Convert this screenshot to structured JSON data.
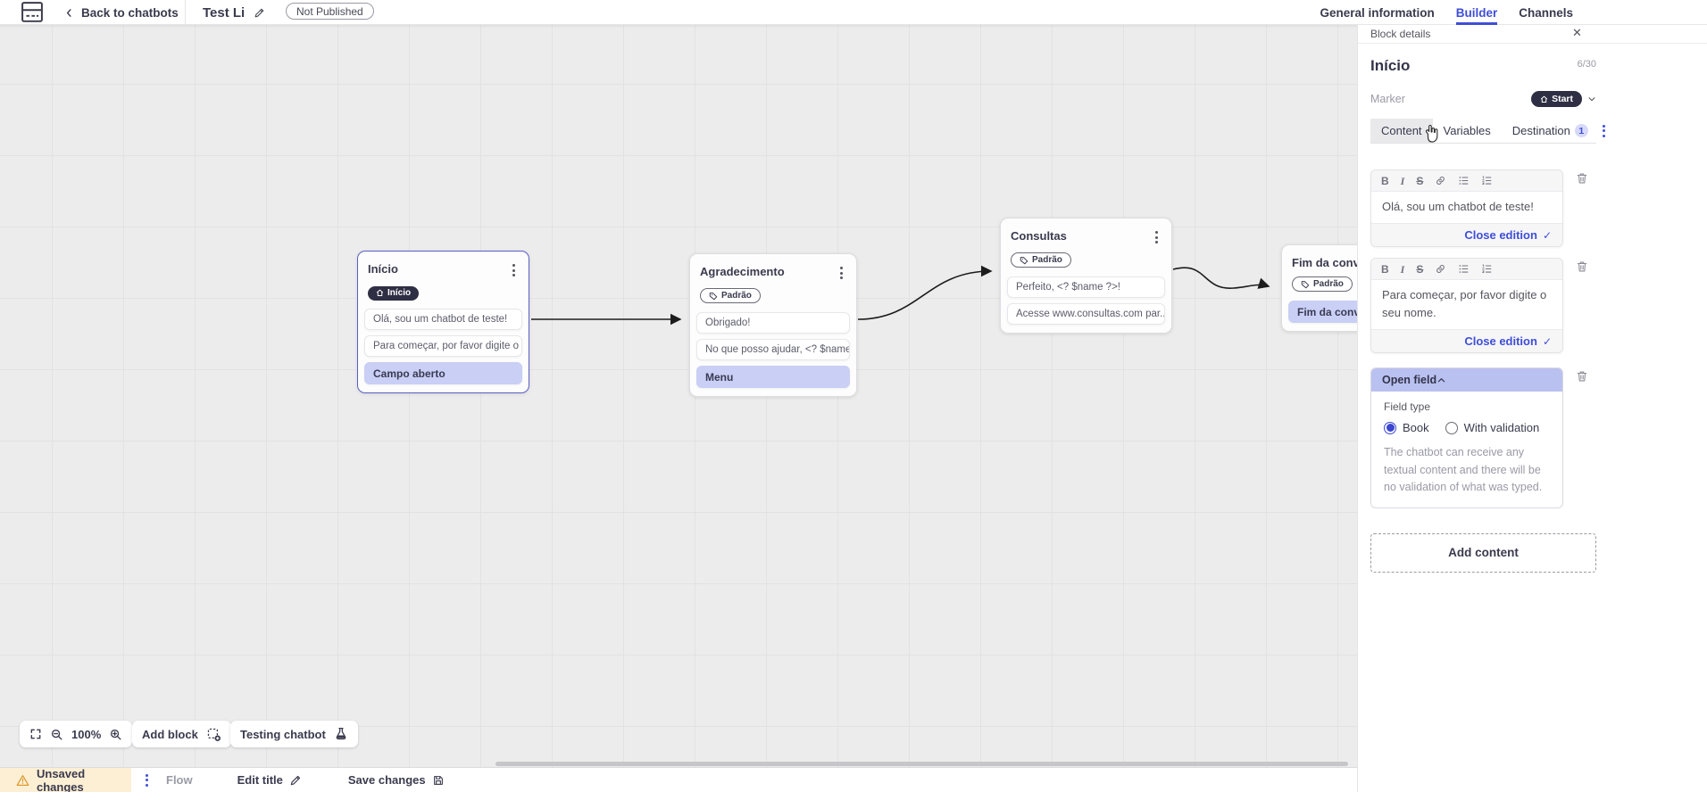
{
  "topbar": {
    "back_label": "Back to chatbots",
    "title": "Test Li",
    "status_badge": "Not Published",
    "tabs": [
      {
        "label": "General information"
      },
      {
        "label": "Builder"
      },
      {
        "label": "Channels"
      }
    ]
  },
  "canvas": {
    "blocks": [
      {
        "title": "Início",
        "marker": "Início",
        "rows": [
          {
            "text": "Olá, sou um chatbot de teste!"
          },
          {
            "text": "Para começar, por favor digite o ..."
          },
          {
            "text": "Campo aberto"
          }
        ]
      },
      {
        "title": "Agradecimento",
        "marker": "Padrão",
        "rows": [
          {
            "text": "Obrigado!"
          },
          {
            "text": "No que posso ajudar, <? $name ..."
          },
          {
            "text": "Menu"
          }
        ]
      },
      {
        "title": "Consultas",
        "marker": "Padrão",
        "rows": [
          {
            "text": "Perfeito, <? $name ?>!"
          },
          {
            "text": "Acesse www.consultas.com par..."
          }
        ]
      },
      {
        "title": "Fim da conversa",
        "marker": "Padrão",
        "rows": [
          {
            "text": "Fim da conversa"
          }
        ]
      }
    ],
    "toolbar": {
      "zoom_level": "100%",
      "add_block": "Add block",
      "testing_chatbot": "Testing chatbot"
    }
  },
  "panel": {
    "header": "Block details",
    "block_name": "Início",
    "name_counter": "6/30",
    "marker_label": "Marker",
    "marker_value": "Start",
    "tabs": {
      "content": "Content",
      "variables": "Variables",
      "destination": "Destination",
      "destination_badge": "1"
    },
    "editors": [
      {
        "text": "Olá, sou um chatbot de teste!",
        "close_label": "Close edition"
      },
      {
        "text": "Para começar, por favor digite o seu nome.",
        "close_label": "Close edition"
      }
    ],
    "open_field": {
      "title": "Open field",
      "field_type_label": "Field type",
      "options": [
        {
          "label": "Book"
        },
        {
          "label": "With validation"
        }
      ],
      "selected_option": "Book",
      "description": "The chatbot can receive any textual content and there will be no validation of what was typed."
    },
    "add_content": "Add content"
  },
  "statusbar": {
    "unsaved": "Unsaved changes",
    "flow": "Flow",
    "edit_title": "Edit title",
    "save": "Save changes"
  },
  "colors": {
    "accent": "#3f4ed8",
    "marker_pill": "#2e2e44",
    "row_highlight": "#c9cff5",
    "open_field_header": "#b9c1f0",
    "selected_block_border": "#5a60c5",
    "warning_bg": "#fcefd4",
    "warning_icon": "#dd9a2e",
    "canvas_bg": "#ececec"
  }
}
